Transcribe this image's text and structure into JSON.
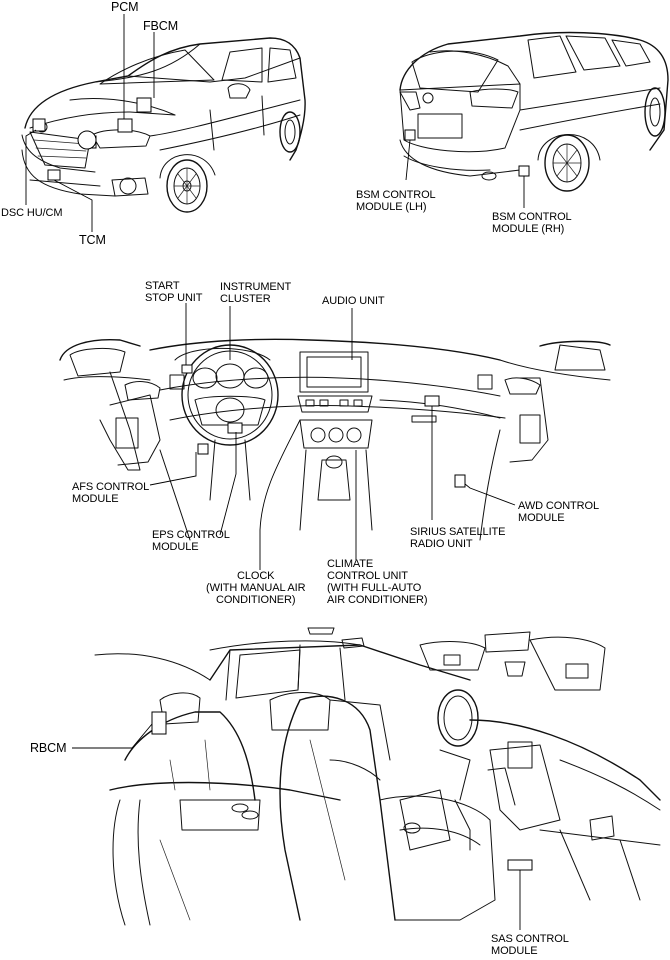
{
  "labels": {
    "pcm": "PCM",
    "fbcm": "FBCM",
    "dsc": "DSC HU/CM",
    "tcm": "TCM",
    "bsm_lh": [
      "BSM CONTROL",
      "MODULE (LH)"
    ],
    "bsm_rh": [
      "BSM CONTROL",
      "MODULE (RH)"
    ],
    "start_stop": [
      "START",
      "STOP UNIT"
    ],
    "instrument": [
      "INSTRUMENT",
      "CLUSTER"
    ],
    "audio": "AUDIO UNIT",
    "afs": [
      "AFS CONTROL",
      "MODULE"
    ],
    "awd": [
      "AWD CONTROL",
      "MODULE"
    ],
    "eps": [
      "EPS CONTROL",
      "MODULE"
    ],
    "sirius": [
      "SIRIUS SATELLITE",
      "RADIO UNIT"
    ],
    "clock": [
      "CLOCK",
      "(WITH MANUAL AIR",
      "CONDITIONER)"
    ],
    "climate": [
      "CLIMATE",
      "CONTROL UNIT",
      "(WITH FULL-AUTO",
      "AIR CONDITIONER)"
    ],
    "rbcm": "RBCM",
    "sas": [
      "SAS CONTROL",
      "MODULE"
    ]
  }
}
